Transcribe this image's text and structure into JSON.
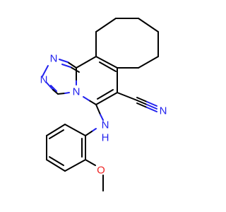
{
  "colors": {
    "carbon": "#000000",
    "nitrogen": "#2222ee",
    "oxygen": "#ee2222"
  },
  "atom_labels": {
    "n_triazole_top": "N",
    "n_triazole_left": "N",
    "n_bridgehead": "N",
    "n_nitrile": "N",
    "n_amine": "N",
    "h_amine": "H",
    "o_methoxy": "O"
  }
}
